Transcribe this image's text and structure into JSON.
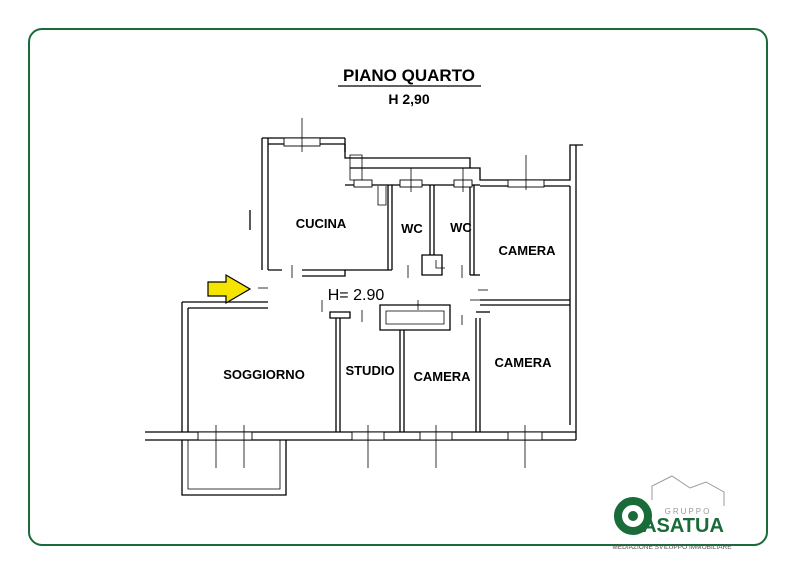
{
  "title": {
    "main": "PIANO QUARTO",
    "height": "H 2,90"
  },
  "plan": {
    "height_marker": "H= 2.90",
    "rooms": [
      {
        "id": "cucina",
        "label": "CUCINA"
      },
      {
        "id": "wc1",
        "label": "WC"
      },
      {
        "id": "wc2",
        "label": "WC"
      },
      {
        "id": "camera1",
        "label": "CAMERA"
      },
      {
        "id": "soggiorno",
        "label": "SOGGIORNO"
      },
      {
        "id": "studio",
        "label": "STUDIO"
      },
      {
        "id": "camera2",
        "label": "CAMERA"
      },
      {
        "id": "camera3",
        "label": "CAMERA"
      }
    ]
  },
  "logo": {
    "name": "ASATUA",
    "group": "GRUPPO",
    "tagline": "MEDIAZIONE SVILUPPO IMMOBILIARE"
  },
  "colors": {
    "frame": "#1a6b3a",
    "arrow_fill": "#f5e400",
    "logo_green": "#1a6b3a"
  }
}
